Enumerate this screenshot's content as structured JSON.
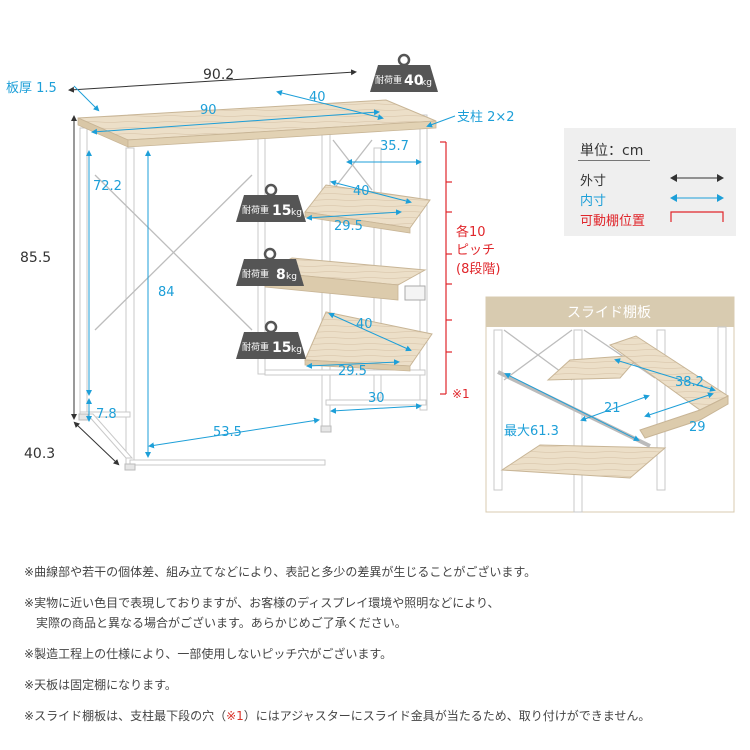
{
  "dims": {
    "outer_width": "90.2",
    "outer_height": "85.5",
    "outer_depth": "40.3",
    "board_thickness": "板厚 1.5",
    "top_inner_width": "90",
    "top_inner_depth": "40",
    "post_size": "支柱 2×2",
    "left_clearance": "72.2",
    "left_inner_height": "84",
    "bottom_clearance": "7.8",
    "bottom_inner_width": "53.5",
    "rack_width": "35.7",
    "shelf1_depth": "40",
    "shelf1_width": "29.5",
    "shelf3_depth": "40",
    "shelf3_width": "29.5",
    "rack_bottom_width": "30"
  },
  "loads": {
    "top": {
      "value": "耐荷重",
      "num": "40",
      "unit": "kg"
    },
    "shelf1": {
      "value": "耐荷重",
      "num": "15",
      "unit": "kg"
    },
    "shelf2": {
      "value": "耐荷重",
      "num": "8",
      "unit": "kg"
    },
    "shelf3": {
      "value": "耐荷重",
      "num": "15",
      "unit": "kg"
    }
  },
  "pitch": {
    "line1": "各10",
    "line2": "ピッチ",
    "line3": "(8段階)",
    "marker": "※1"
  },
  "legend": {
    "title": "単位：cm",
    "outer": "外寸",
    "inner": "内寸",
    "movable": "可動棚位置"
  },
  "slide_panel": {
    "title": "スライド棚板",
    "width": "38.2",
    "inner_depth": "21",
    "depth": "29",
    "max": "最大61.3"
  },
  "notes": [
    {
      "prefix": "※",
      "text": "曲線部や若干の個体差、組み立てなどにより、表記と多少の差異が生じることがございます。"
    },
    {
      "prefix": "※",
      "text": "実物に近い色目で表現しておりますが、お客様のディスプレイ環境や照明などにより、\n　実際の商品と異なる場合がございます。あらかじめご了承ください。"
    },
    {
      "prefix": "※",
      "text": "製造工程上の仕様により、一部使用しないピッチ穴がございます。"
    },
    {
      "prefix": "※",
      "text": "天板は固定棚になります。"
    },
    {
      "prefix": "※",
      "text": "スライド棚板は、支柱最下段の穴（",
      "mark": "※1",
      "suffix": "）にはアジャスターにスライド金具が当たるため、取り付けができません。"
    }
  ],
  "colors": {
    "outer": "#333333",
    "inner": "#1d9fd8",
    "movable": "#e0262b",
    "wood": "#e9ddc6",
    "frame": "#ffffff",
    "panel_header": "#d8cbb0"
  }
}
